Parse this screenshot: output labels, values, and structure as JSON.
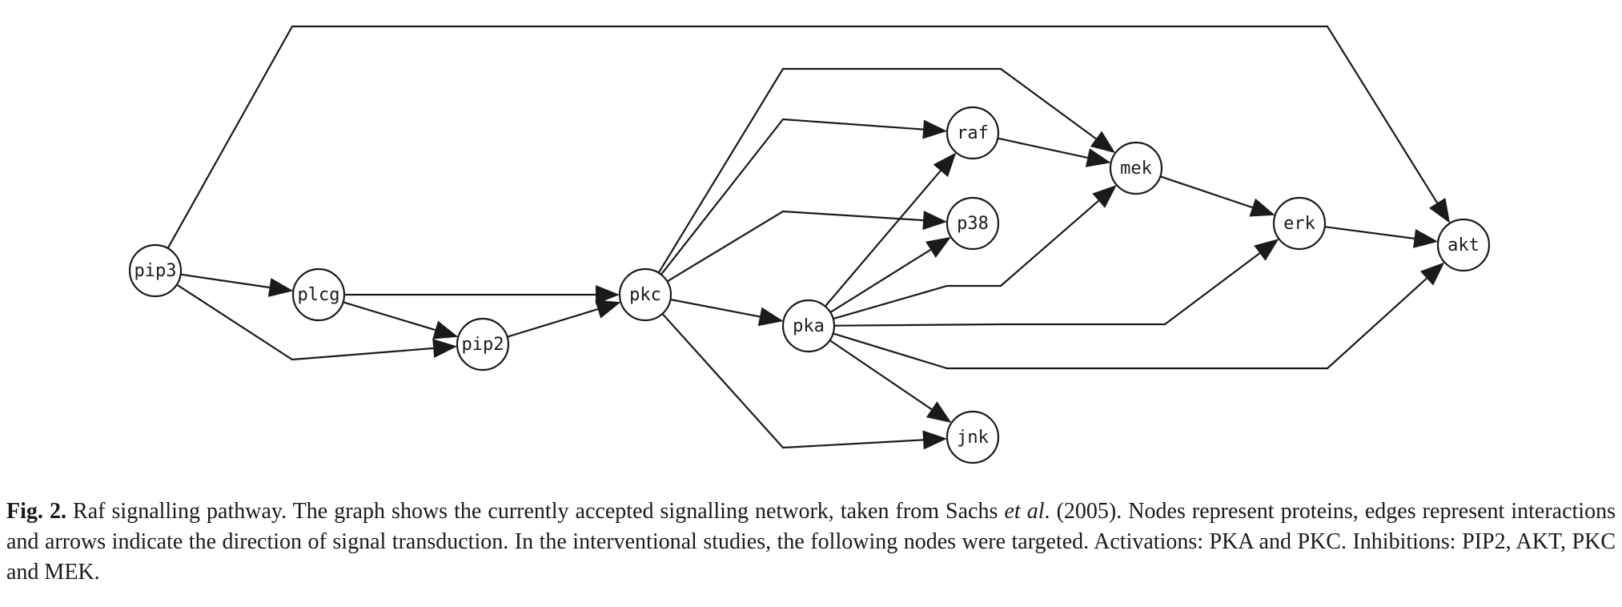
{
  "nodes": [
    {
      "id": "pip3",
      "label": "pip3"
    },
    {
      "id": "plcg",
      "label": "plcg"
    },
    {
      "id": "pip2",
      "label": "pip2"
    },
    {
      "id": "pkc",
      "label": "pkc"
    },
    {
      "id": "pka",
      "label": "pka"
    },
    {
      "id": "raf",
      "label": "raf"
    },
    {
      "id": "p38",
      "label": "p38"
    },
    {
      "id": "jnk",
      "label": "jnk"
    },
    {
      "id": "mek",
      "label": "mek"
    },
    {
      "id": "erk",
      "label": "erk"
    },
    {
      "id": "akt",
      "label": "akt"
    }
  ],
  "edges": [
    {
      "from": "pip3",
      "to": "plcg"
    },
    {
      "from": "pip3",
      "to": "pip2"
    },
    {
      "from": "pip3",
      "to": "akt"
    },
    {
      "from": "plcg",
      "to": "pip2"
    },
    {
      "from": "plcg",
      "to": "pkc"
    },
    {
      "from": "pip2",
      "to": "pkc"
    },
    {
      "from": "pkc",
      "to": "pka"
    },
    {
      "from": "pkc",
      "to": "raf"
    },
    {
      "from": "pkc",
      "to": "mek"
    },
    {
      "from": "pkc",
      "to": "p38"
    },
    {
      "from": "pkc",
      "to": "jnk"
    },
    {
      "from": "pka",
      "to": "raf"
    },
    {
      "from": "pka",
      "to": "p38"
    },
    {
      "from": "pka",
      "to": "mek"
    },
    {
      "from": "pka",
      "to": "erk"
    },
    {
      "from": "pka",
      "to": "akt"
    },
    {
      "from": "pka",
      "to": "jnk"
    },
    {
      "from": "raf",
      "to": "mek"
    },
    {
      "from": "mek",
      "to": "erk"
    },
    {
      "from": "erk",
      "to": "akt"
    }
  ],
  "caption": {
    "fig_label": "Fig. 2.",
    "text_before_italic": " Raf signalling pathway. The graph shows the currently accepted signalling network, taken from Sachs ",
    "italic_text": "et al",
    "text_after_italic": ". (2005). Nodes represent proteins, edges represent interactions and arrows indicate the direction of signal transduction. In the interventional studies, the following nodes were targeted. Activations: PKA and PKC. Inhibitions: PIP2, AKT, PKC and MEK."
  }
}
